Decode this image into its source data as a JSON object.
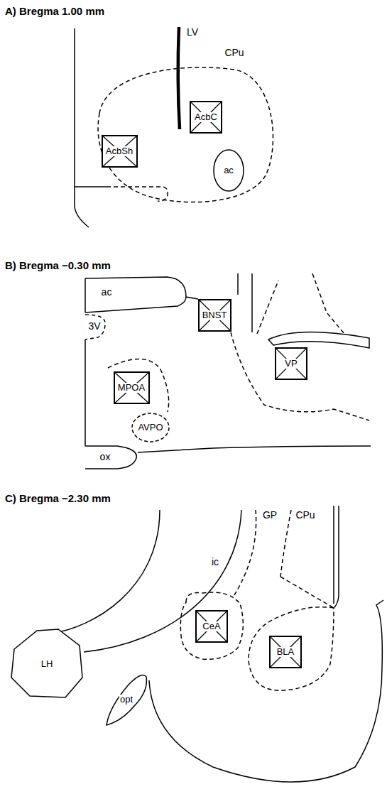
{
  "diagram": {
    "nodes": [
      {
        "text": [
          "AcbC"
        ]
      },
      {
        "text": [
          "AcbSh"
        ]
      },
      {
        "text": [
          "ac"
        ]
      },
      {
        "text": [
          "BNST"
        ]
      },
      {
        "text": [
          "VP"
        ]
      },
      {
        "text": [
          "MPOA"
        ]
      },
      {
        "text": [
          "AVPO"
        ]
      },
      {
        "text": [
          "CeA"
        ]
      },
      {
        "text": [
          "BLA"
        ]
      },
      {
        "text": [
          "LH"
        ]
      },
      {
        "text": [
          "opt"
        ]
      }
    ],
    "labels": [
      "A) Bregma 1.00 mm",
      "LV",
      "CPu",
      "B) Bregma −0.30 mm",
      "ac",
      "3V",
      "ox",
      "C) Bregma −2.30 mm",
      "GP",
      "CPu",
      "ic"
    ]
  }
}
